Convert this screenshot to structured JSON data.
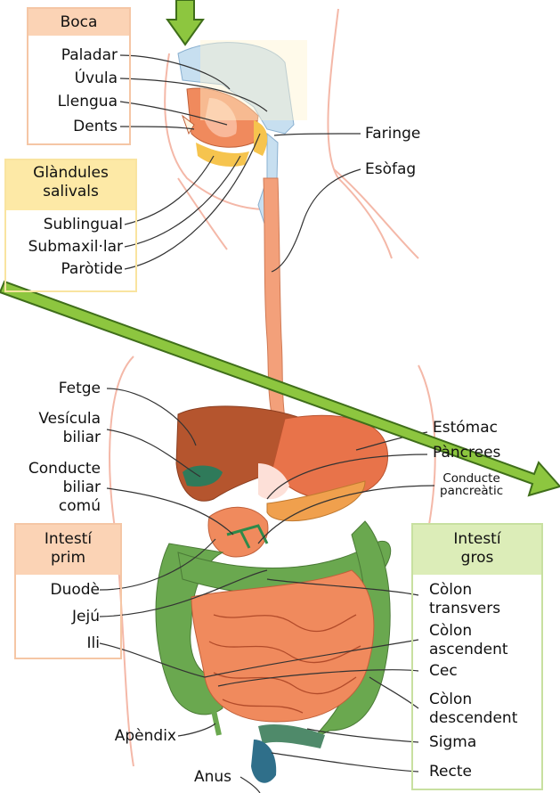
{
  "groups": {
    "boca": "Boca",
    "glandules": [
      "Glàndules",
      "salivals"
    ],
    "intesti_prim": [
      "Intestí",
      "prim"
    ],
    "intesti_gros": [
      "Intestí",
      "gros"
    ]
  },
  "labels": {
    "paladar": "Paladar",
    "uvula": "Úvula",
    "llengua": "Llengua",
    "dents": "Dents",
    "sublingual": "Sublingual",
    "submaxillar": "Submaxil·lar",
    "parotide": "Paròtide",
    "faringe": "Faringe",
    "esofag": "Esòfag",
    "fetge": "Fetge",
    "vesicula": [
      "Vesícula",
      "biliar"
    ],
    "conducte_biliar": [
      "Conducte",
      "biliar",
      "comú"
    ],
    "estomac": "Estómac",
    "pancrees": "Pàncrees",
    "conducte_pancreatic": [
      "Conducte",
      "pancreàtic"
    ],
    "duode": "Duodè",
    "jeju": "Jejú",
    "ili": "Ili",
    "colon_transvers": [
      "Còlon",
      "transvers"
    ],
    "colon_ascendent": [
      "Còlon",
      "ascendent"
    ],
    "cec": "Cec",
    "colon_descendent": [
      "Còlon",
      "descendent"
    ],
    "sigma": "Sigma",
    "recte": "Recte",
    "apendix": "Apèndix",
    "anus": "Anus"
  },
  "colors": {
    "mouth_box_border": "#f5c6a5",
    "mouth_box_header": "#fbd3b5",
    "salivary_box_border": "#f9e4a0",
    "salivary_box_header": "#fde9a6",
    "small_intestine_border": "#f5c6a5",
    "small_intestine_header": "#fbd3b5",
    "large_intestine_border": "#c8e0a0",
    "large_intestine_header": "#dcedb8",
    "arrow_green": "#8dc63f",
    "liver": "#b5552e",
    "stomach": "#e8734a",
    "small_intestine": "#f08a5d",
    "colon": "#6aa84f",
    "esophagus": "#f3a07a",
    "body_outline": "#f4b8a8",
    "pharynx_blue": "#c7dff0"
  }
}
